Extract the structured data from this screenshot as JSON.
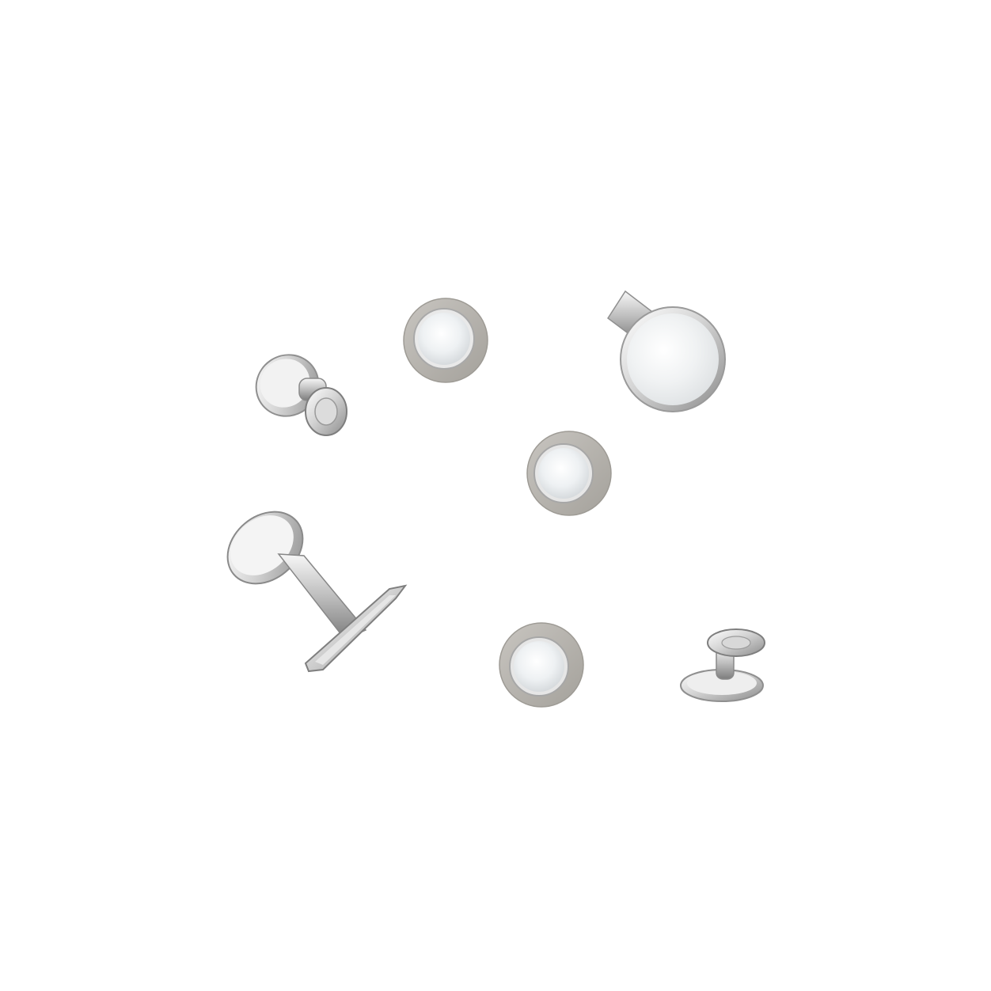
{
  "photo": {
    "background_color": "#ffffff",
    "colors": {
      "silver_light": "#f4f4f4",
      "silver_mid": "#c9c9c9",
      "silver_dark": "#8f8f8f",
      "pearl": "#eef1f3",
      "rim_matte": "#b6b3ae"
    },
    "items": [
      {
        "kind": "stud-back-view",
        "name": "dress-stud-top-left"
      },
      {
        "kind": "pearl-stud-front",
        "name": "pearl-stud-top"
      },
      {
        "kind": "cufflink-pearl-clip",
        "name": "pearl-cufflink-top-right"
      },
      {
        "kind": "pearl-stud-front",
        "name": "pearl-stud-center"
      },
      {
        "kind": "cufflink-side-view",
        "name": "cufflink-bottom-left"
      },
      {
        "kind": "pearl-stud-front",
        "name": "pearl-stud-bottom"
      },
      {
        "kind": "stud-back-view",
        "name": "dress-stud-bottom-right"
      }
    ]
  }
}
